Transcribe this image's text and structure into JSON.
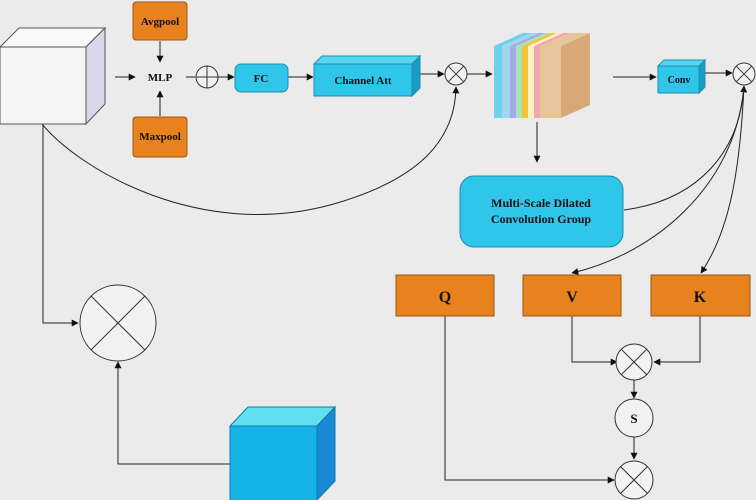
{
  "labels": {
    "avgpool": "Avgpool",
    "maxpool": "Maxpool",
    "mlp": "MLP",
    "fc": "FC",
    "channel_att": "Channel Att",
    "conv": "Conv",
    "msdcg_line1": "Multi-Scale Dilated",
    "msdcg_line2": "Convolution Group",
    "q": "Q",
    "v": "V",
    "k": "K",
    "s": "S"
  },
  "colors": {
    "background": "#ebebeb",
    "orange": "#e8821e",
    "cyan": "#30c6ea",
    "cyan_dark": "#1a9cc4",
    "input_cube": "#f5f5f5",
    "output_cube_front": "#14b4e8",
    "output_cube_top": "#60e0f0",
    "output_cube_side": "#1a8ad6",
    "stack_colors": [
      "#e8c49a",
      "#f4a6b0",
      "#f8f3c4",
      "#f6c238",
      "#a8e3b3",
      "#a4a9ec",
      "#9fd8ee",
      "#6fd0ee"
    ]
  }
}
